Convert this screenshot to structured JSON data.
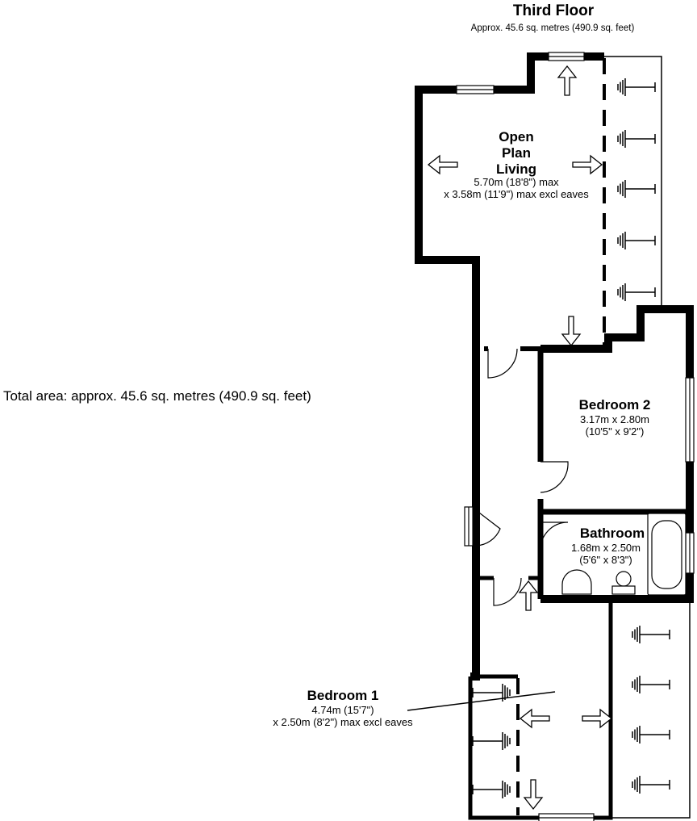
{
  "header": {
    "title": "Third Floor",
    "subtitle": "Approx. 45.6 sq. metres (490.9 sq. feet)"
  },
  "total_area": "Total area: approx. 45.6 sq. metres (490.9 sq. feet)",
  "rooms": {
    "living": {
      "name_line1": "Open",
      "name_line2": "Plan",
      "name_line3": "Living",
      "dim1": "5.70m (18'8\") max",
      "dim2": "x 3.58m (11'9\") max excl eaves"
    },
    "bedroom2": {
      "name": "Bedroom 2",
      "dim1": "3.17m x 2.80m",
      "dim2": "(10'5\" x 9'2\")"
    },
    "bathroom": {
      "name": "Bathroom",
      "dim1": "1.68m x 2.50m",
      "dim2": "(5'6\" x 8'3\")"
    },
    "bedroom1": {
      "name": "Bedroom 1",
      "dim1": "4.74m (15'7\")",
      "dim2": "x 2.50m (8'2\") max excl eaves"
    }
  },
  "colors": {
    "wall": "#000000",
    "window": "#ffffff",
    "background": "#ffffff"
  }
}
